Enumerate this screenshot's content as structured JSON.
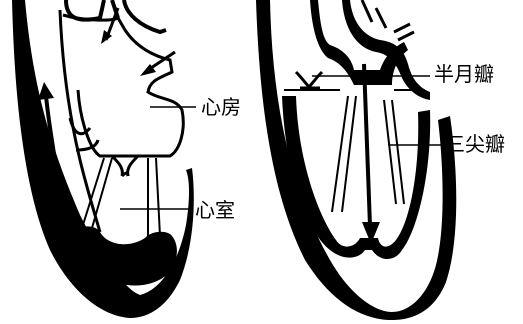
{
  "labels": {
    "atrium": "心房",
    "ventricle": "心室",
    "semilunar_valve": "半月瓣",
    "tricuspid_valve": "三尖瓣"
  },
  "colors": {
    "ink": "#000000",
    "background": "#ffffff"
  }
}
